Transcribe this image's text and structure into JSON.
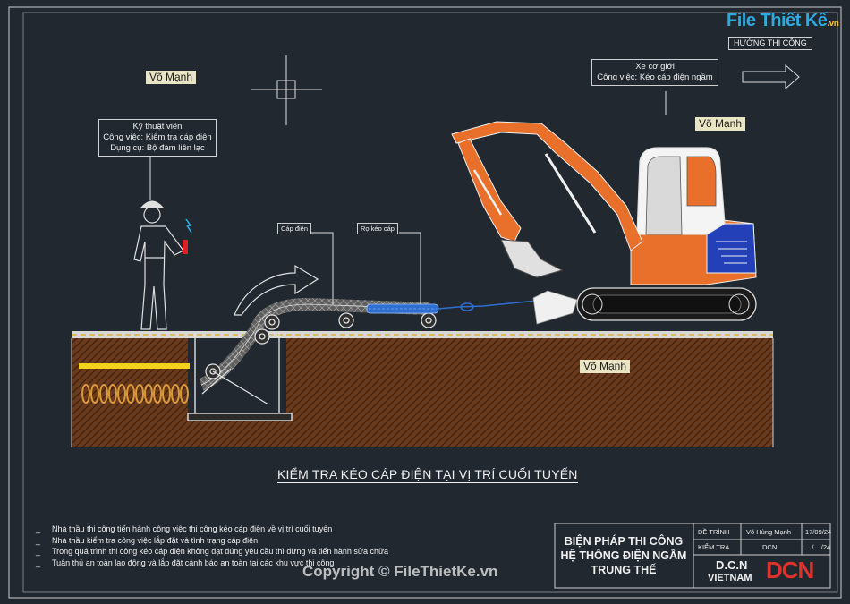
{
  "logo": {
    "title": "File Thiết Kế",
    "suffix": ".vn",
    "subtitle": "HƯỚNG THI CÔNG"
  },
  "tags": {
    "top_left": "Võ Mạnh",
    "top_right": "Võ Mạnh",
    "ground": "Võ Mạnh"
  },
  "technician": {
    "line1": "Kỹ thuật viên",
    "line2": "Công việc: Kiểm tra cáp điện",
    "line3": "Dụng cụ: Bộ đàm liên lạc"
  },
  "machine": {
    "line1": "Xe cơ giới",
    "line2": "Công việc: Kéo cáp điện ngầm"
  },
  "labels": {
    "cable": "Cáp điện",
    "pull_sock": "Rọ kéo cáp"
  },
  "caption": "KIỂM TRA KÉO CÁP ĐIỆN TẠI VỊ TRÍ CUỐI TUYẾN",
  "notes": [
    "Nhà thầu thi công tiến hành công việc thi công kéo cáp điện về vị trí cuối tuyến",
    "Nhà thầu kiểm tra công việc lắp đặt và tình trạng cáp điện",
    "Trong quá trình thi công kéo cáp điện không đạt đúng yêu cầu thì dừng và tiến hành sửa chữa",
    "Tuân thủ an toàn lao động và lắp đặt cảnh báo an toàn tại các khu vực thi công"
  ],
  "title_block": {
    "title_line1": "BIỆN PHÁP THI CÔNG",
    "title_line2": "HỆ THỐNG ĐIỆN NGẦM",
    "title_line3": "TRUNG THẾ",
    "row1": {
      "label": "ĐỀ TRÌNH",
      "name": "Võ Hùng Mạnh",
      "date": "17/09/24"
    },
    "row2": {
      "label": "KIỂM TRA",
      "name": "DCN",
      "date": "..../..../24"
    },
    "company_line1": "D.C.N",
    "company_line2": "VIETNAM",
    "logo_text": "DCN"
  },
  "copyright": "Copyright © FileThietKe.vn",
  "colors": {
    "background": "#212830",
    "soil": "#6b3a1c",
    "excavator": "#e8702a",
    "cable_blue": "#2f6fd0"
  }
}
